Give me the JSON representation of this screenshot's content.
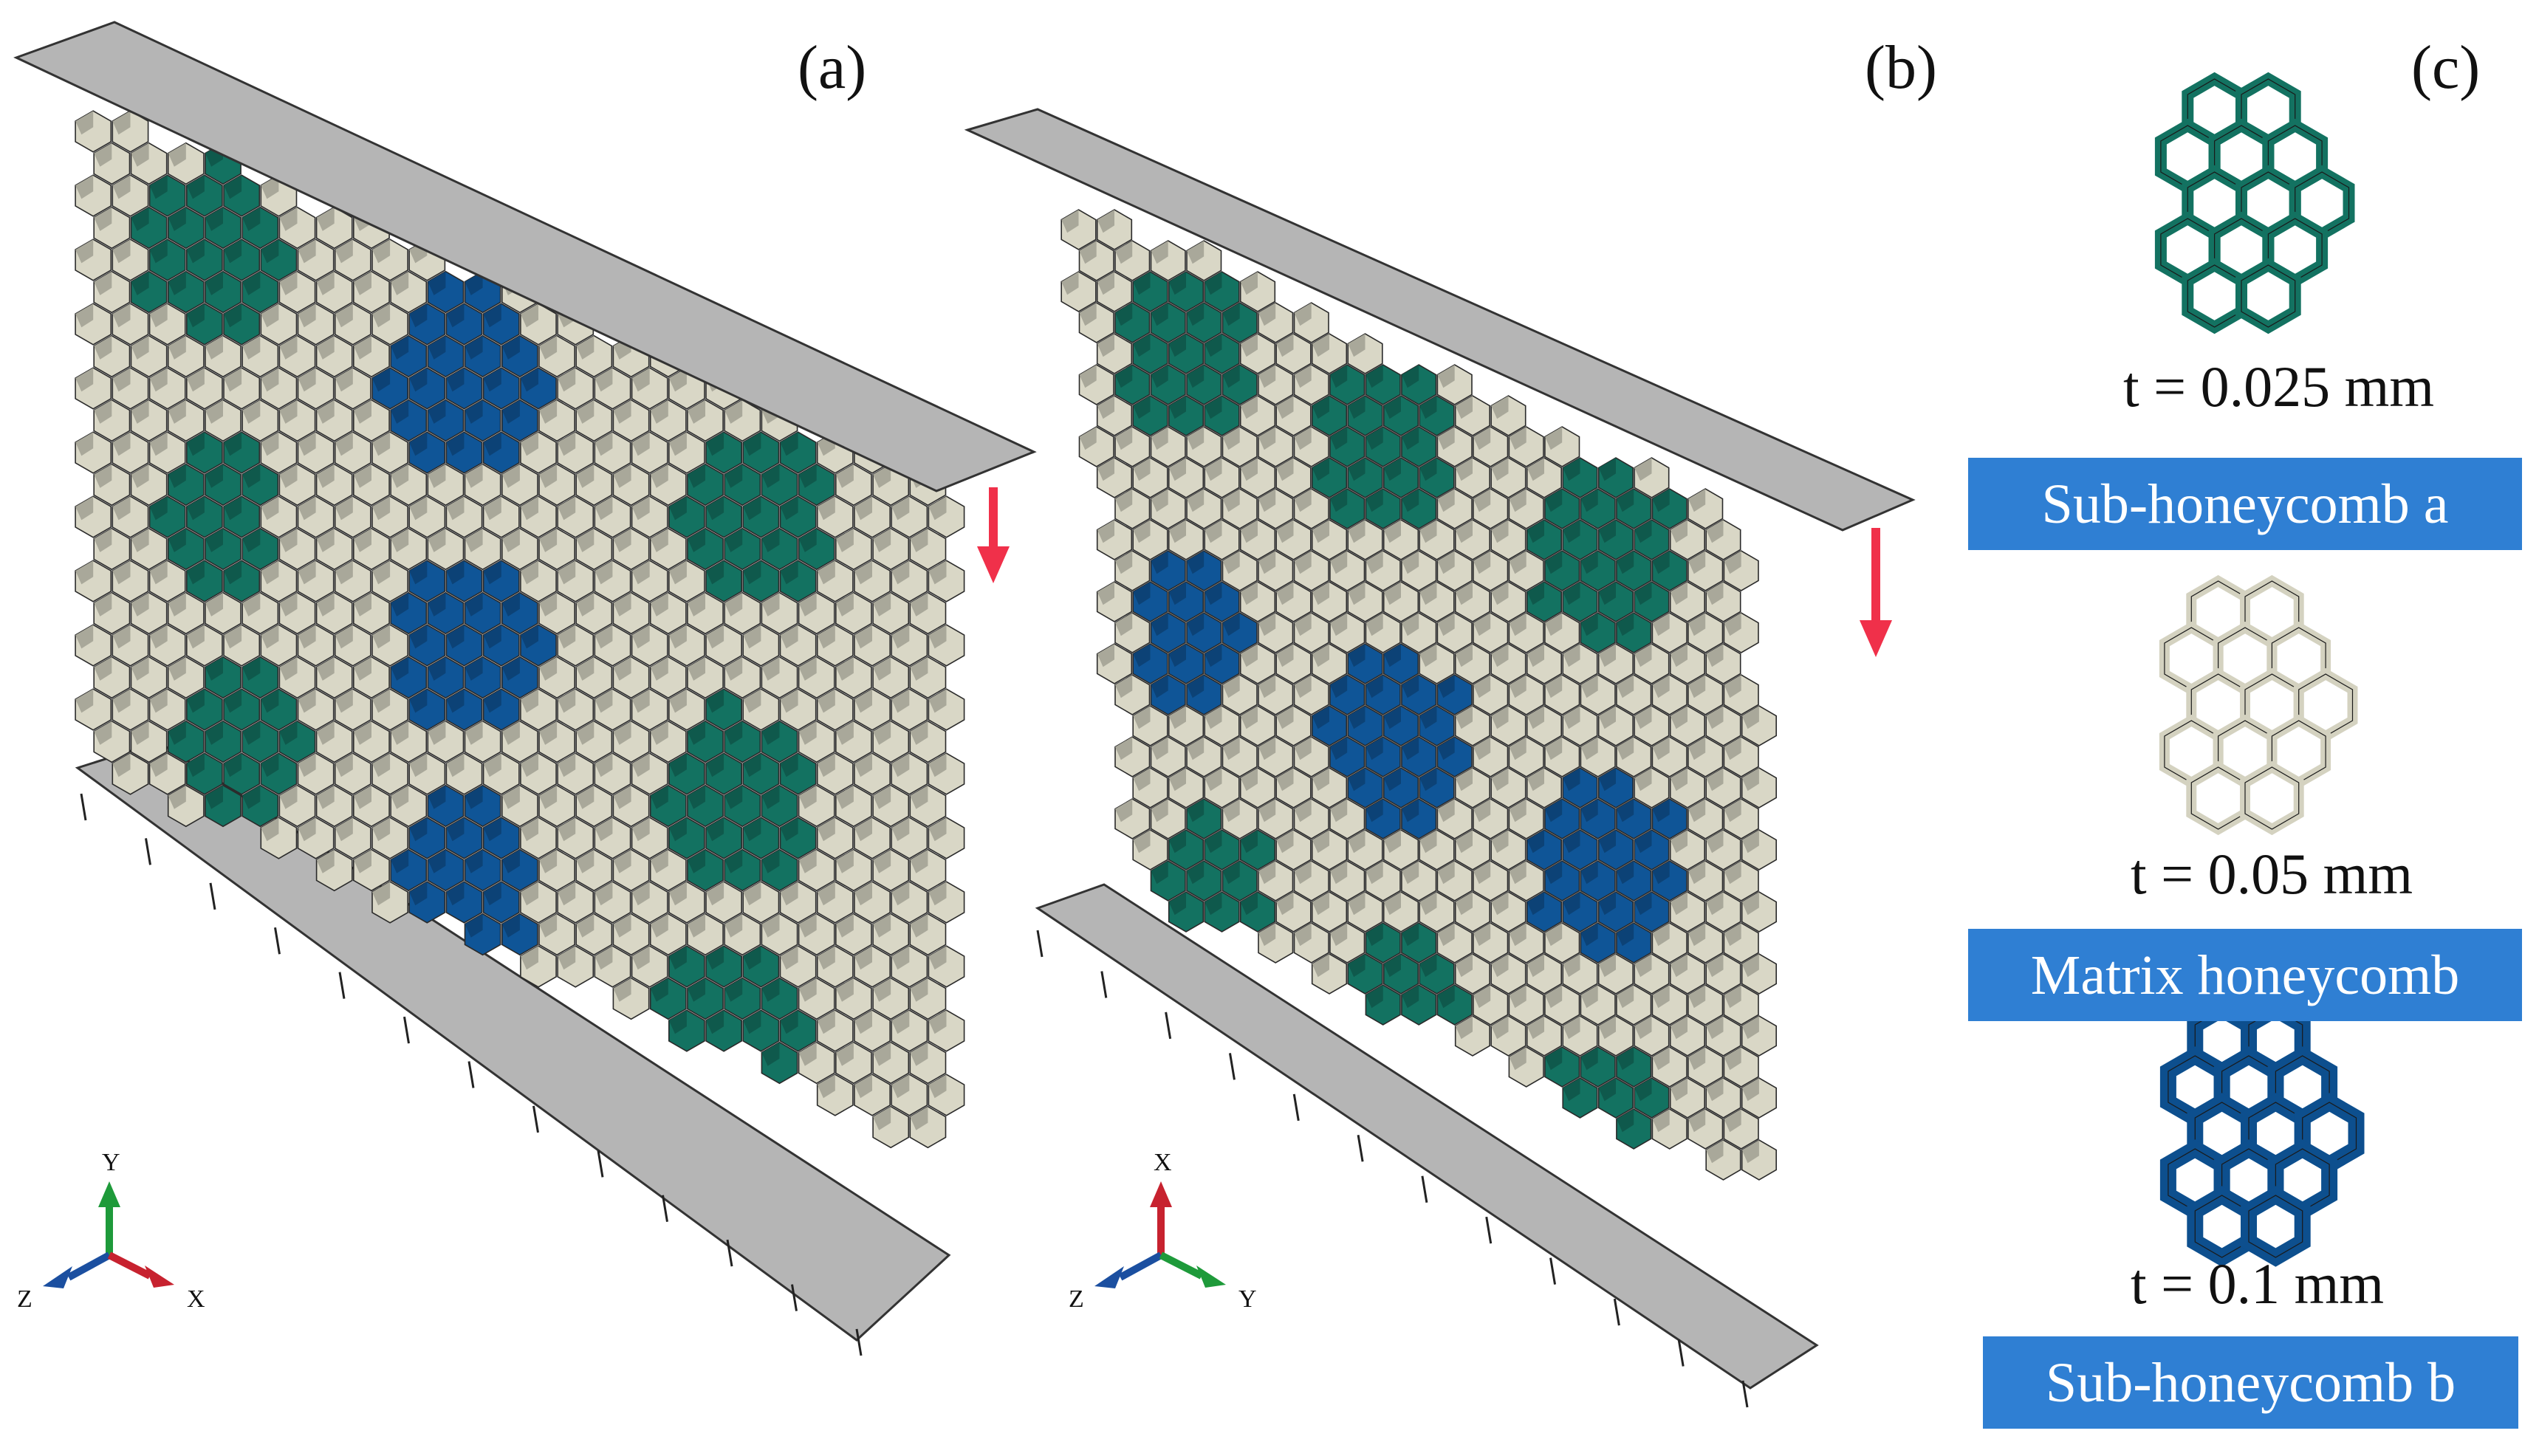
{
  "panels": {
    "a": {
      "label": "(a)"
    },
    "b": {
      "label": "(b)"
    },
    "c": {
      "label": "(c)"
    }
  },
  "legend": [
    {
      "thickness": "t = 0.025 mm",
      "name": "Sub-honeycomb a",
      "color": "#0f6b5c"
    },
    {
      "thickness": "t = 0.05 mm",
      "name": "Matrix honeycomb",
      "color": "#d4d2c0"
    },
    {
      "thickness": "t = 0.1 mm",
      "name": "Sub-honeycomb b",
      "color": "#0d4f8e"
    }
  ],
  "axes": {
    "a": {
      "up": "Y",
      "left": "Z",
      "right": "X"
    },
    "b": {
      "up": "X",
      "left": "Z",
      "right": "Y"
    }
  },
  "colors": {
    "plate": "#b5b5b5",
    "matrix": "#d9d7c6",
    "sub_a": "#137261",
    "sub_b": "#0f5597",
    "arrow": "#f0304a",
    "legend_bg": "#2f7fd3"
  }
}
